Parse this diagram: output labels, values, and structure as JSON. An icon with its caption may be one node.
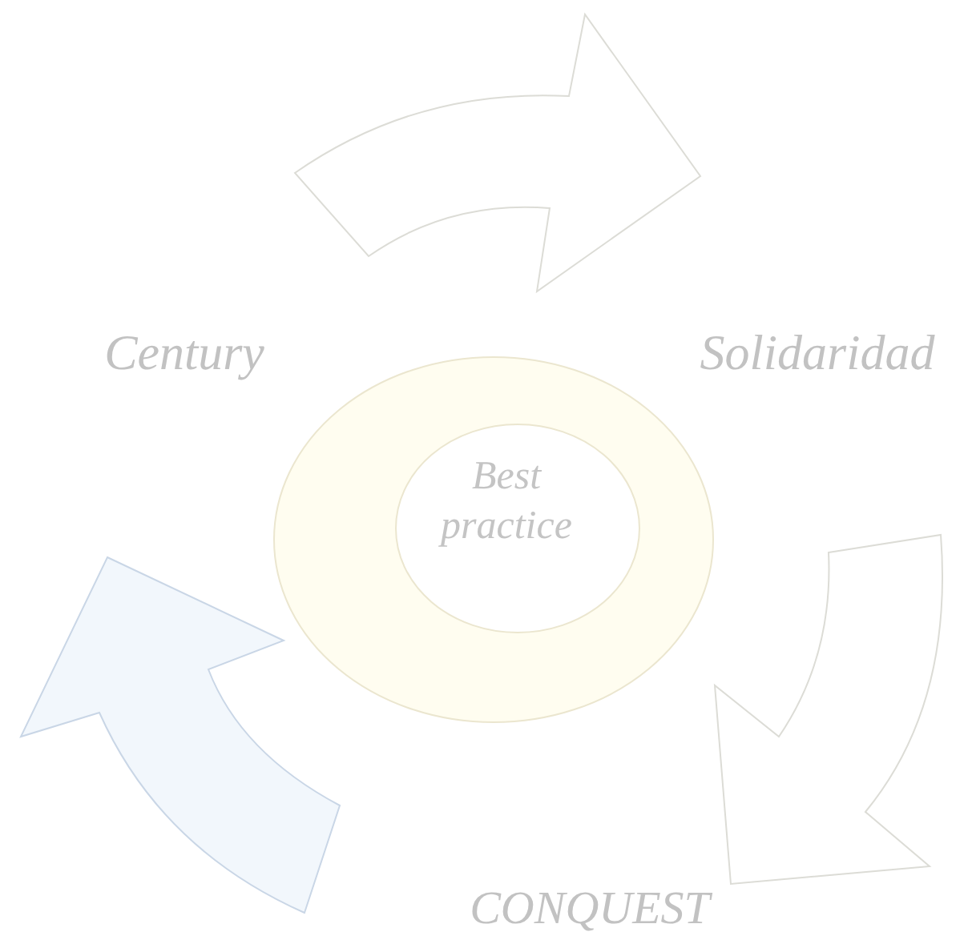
{
  "diagram": {
    "nodes": [
      {
        "text": [
          "Century"
        ]
      },
      {
        "text": [
          "Solidaridad"
        ]
      },
      {
        "text": [
          "CONQUEST"
        ]
      },
      {
        "text": [
          "Best practice"
        ]
      }
    ],
    "edges": [
      {
        "from": 0,
        "to": 1,
        "arrow": "to",
        "style": "thick"
      },
      {
        "from": 1,
        "to": 2,
        "arrow": "to",
        "style": "thick"
      },
      {
        "from": 2,
        "to": 0,
        "arrow": "to",
        "style": "thick",
        "color": "#f2f7fc"
      }
    ]
  }
}
